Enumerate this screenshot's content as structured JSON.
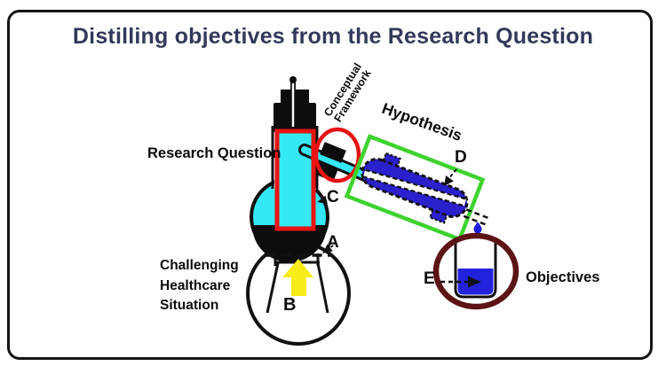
{
  "title": "Distilling objectives from the Research Question",
  "labels": {
    "research_question": "Research Question",
    "conceptual_framework_line1": "Conceptual",
    "conceptual_framework_line2": "Framework",
    "hypothesis": "Hypothesis",
    "situation_line1": "Challenging",
    "situation_line2": "Healthcare",
    "situation_line3": "Situation",
    "objectives": "Objectives"
  },
  "markers": {
    "a": "A",
    "b": "B",
    "c": "C",
    "d": "D",
    "e": "E"
  },
  "colors": {
    "title_text": "#32395a",
    "flask_liquid_cyan": "#35e8f5",
    "condenser_blue": "#2a21cc",
    "beaker_liquid_blue": "#2222dd",
    "droplet_blue": "#1b1bdd",
    "highlight_red": "#e81414",
    "highlight_green": "#3ed32e",
    "objectives_ring_maroon": "#5c1315",
    "heat_arrow_yellow": "#f8ec1a",
    "ink_black": "#111111"
  }
}
